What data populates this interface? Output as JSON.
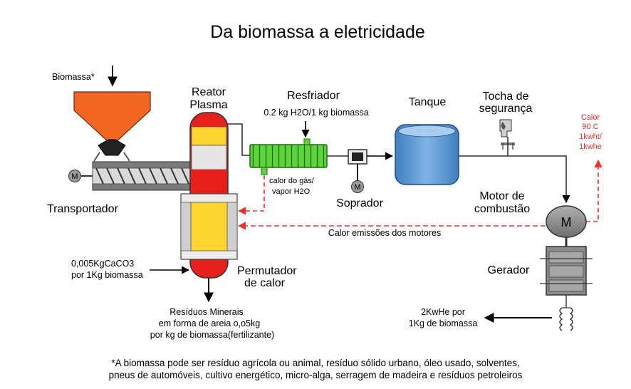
{
  "title": "Da biomassa a eletricidade",
  "labels": {
    "biomassa": "Biomassa*",
    "reator": [
      "Reator",
      "Plasma"
    ],
    "resfriador": "Resfriador",
    "resfriador_ratio": "0.2 kg H2O/1 kg biomassa",
    "tanque": "Tanque",
    "tocha": [
      "Tocha de",
      "segurança"
    ],
    "calor_out": [
      "Calor",
      "90 C",
      "1kwht/",
      "1kwhe"
    ],
    "transportador": "Transportador",
    "calor_gas": [
      "calor do gás/",
      "vapor H2O"
    ],
    "soprador": "Soprador",
    "motor": [
      "Motor de",
      "combustão"
    ],
    "calor_emissoes": "Calor emissões dos motores",
    "caco3": [
      "0,005KgCaCO3",
      "por 1Kg biomassa"
    ],
    "permutador": [
      "Permutador",
      "de calor"
    ],
    "gerador": "Gerador",
    "residuos": [
      "Resíduos Minerais",
      "em forma de areia o,o5kg",
      "por kg de biomassa(fertilizante)"
    ],
    "kwhe": [
      "2KwHe por",
      "1Kg de biomassa"
    ],
    "motor_symbol": "M",
    "small_motor_symbol": "M"
  },
  "footnote": [
    "*A biomassa pode ser resíduo agrícola ou animal, resíduo sólido urbano, óleo usado, solventes,",
    "pneus de automóveis, cultivo energético, micro-alga, serragem de madeira e  resíduos petroleiros"
  ],
  "colors": {
    "hopper": "#f26522",
    "reactor_red": "#e8201c",
    "reactor_yellow": "#fcd62e",
    "cooler_green": "#5fd43a",
    "tank_blue": "#5b9bd5",
    "heat_dash": "#e8342a",
    "motor_gray": "#8c8c8c"
  },
  "icons": [
    "arrow-icon",
    "motor-icon",
    "torch-icon",
    "transformer-icon"
  ]
}
